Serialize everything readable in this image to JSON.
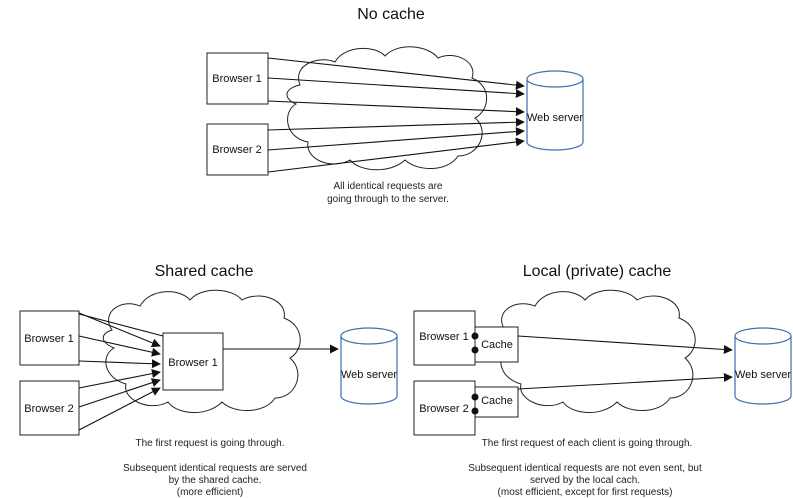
{
  "no_cache": {
    "title": "No cache",
    "browser1": "Browser 1",
    "browser2": "Browser 2",
    "server": "Web server",
    "caption_line1": "All identical requests are",
    "caption_line2": "going through to the server."
  },
  "shared_cache": {
    "title": "Shared cache",
    "browser1": "Browser 1",
    "browser2": "Browser 2",
    "cache_box": "Browser 1",
    "server": "Web server",
    "caption_line1": "The first request is going through.",
    "caption_line2": "Subsequent identical requests are served",
    "caption_line3": "by the shared cache.",
    "caption_line4": "(more efficient)"
  },
  "local_cache": {
    "title": "Local (private) cache",
    "browser1": "Browser 1",
    "browser2": "Browser 2",
    "cache1": "Cache",
    "cache2": "Cache",
    "server": "Web server",
    "caption_line1": "The first request of each client is going through.",
    "caption_line2": "Subsequent identical requests are not even sent, but",
    "caption_line3": "served by the local cach.",
    "caption_line4": "(most efficient, except for first requests)"
  }
}
